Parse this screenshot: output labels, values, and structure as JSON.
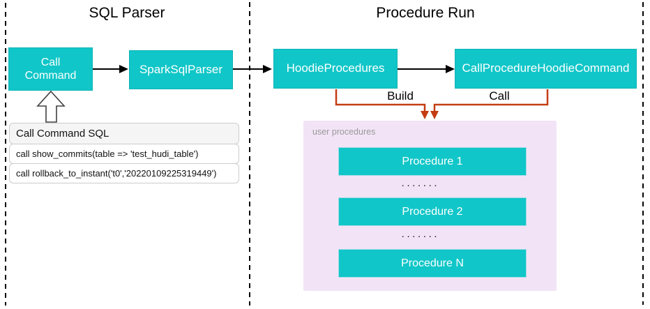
{
  "sections": {
    "sql_parser": {
      "title": "SQL Parser"
    },
    "procedure_run": {
      "title": "Procedure Run"
    }
  },
  "nodes": {
    "call_command": "Call Command",
    "spark_sql_parser": "SparkSqlParser",
    "hoodie_procedures": "HoodieProcedures",
    "call_procedure_hoodie_command": "CallProcedureHoodieCommand"
  },
  "edges": {
    "build_label": "Build",
    "call_label": "Call"
  },
  "sql_panel": {
    "header": "Call Command SQL",
    "rows": [
      "call show_commits(table => 'test_hudi_table')",
      "call rollback_to_instant('t0','20220109225319449')"
    ]
  },
  "user_procedures": {
    "label": "user procedures",
    "items": [
      "Procedure 1",
      "Procedure 2",
      "Procedure N"
    ],
    "ellipsis": "▪ ▪ ▪ ▪ ▪ ▪ ▪"
  },
  "colors": {
    "teal": "#10C6C8",
    "teal_border": "#0FB3B5",
    "proc_border": "#A5DAE6",
    "orange": "#C43D12",
    "purple_bg": "#F2E4F6",
    "label_gray": "#999999",
    "table_border": "#CCCCCC",
    "table_header_bg": "#F5F5F5",
    "ink": "#000000"
  }
}
